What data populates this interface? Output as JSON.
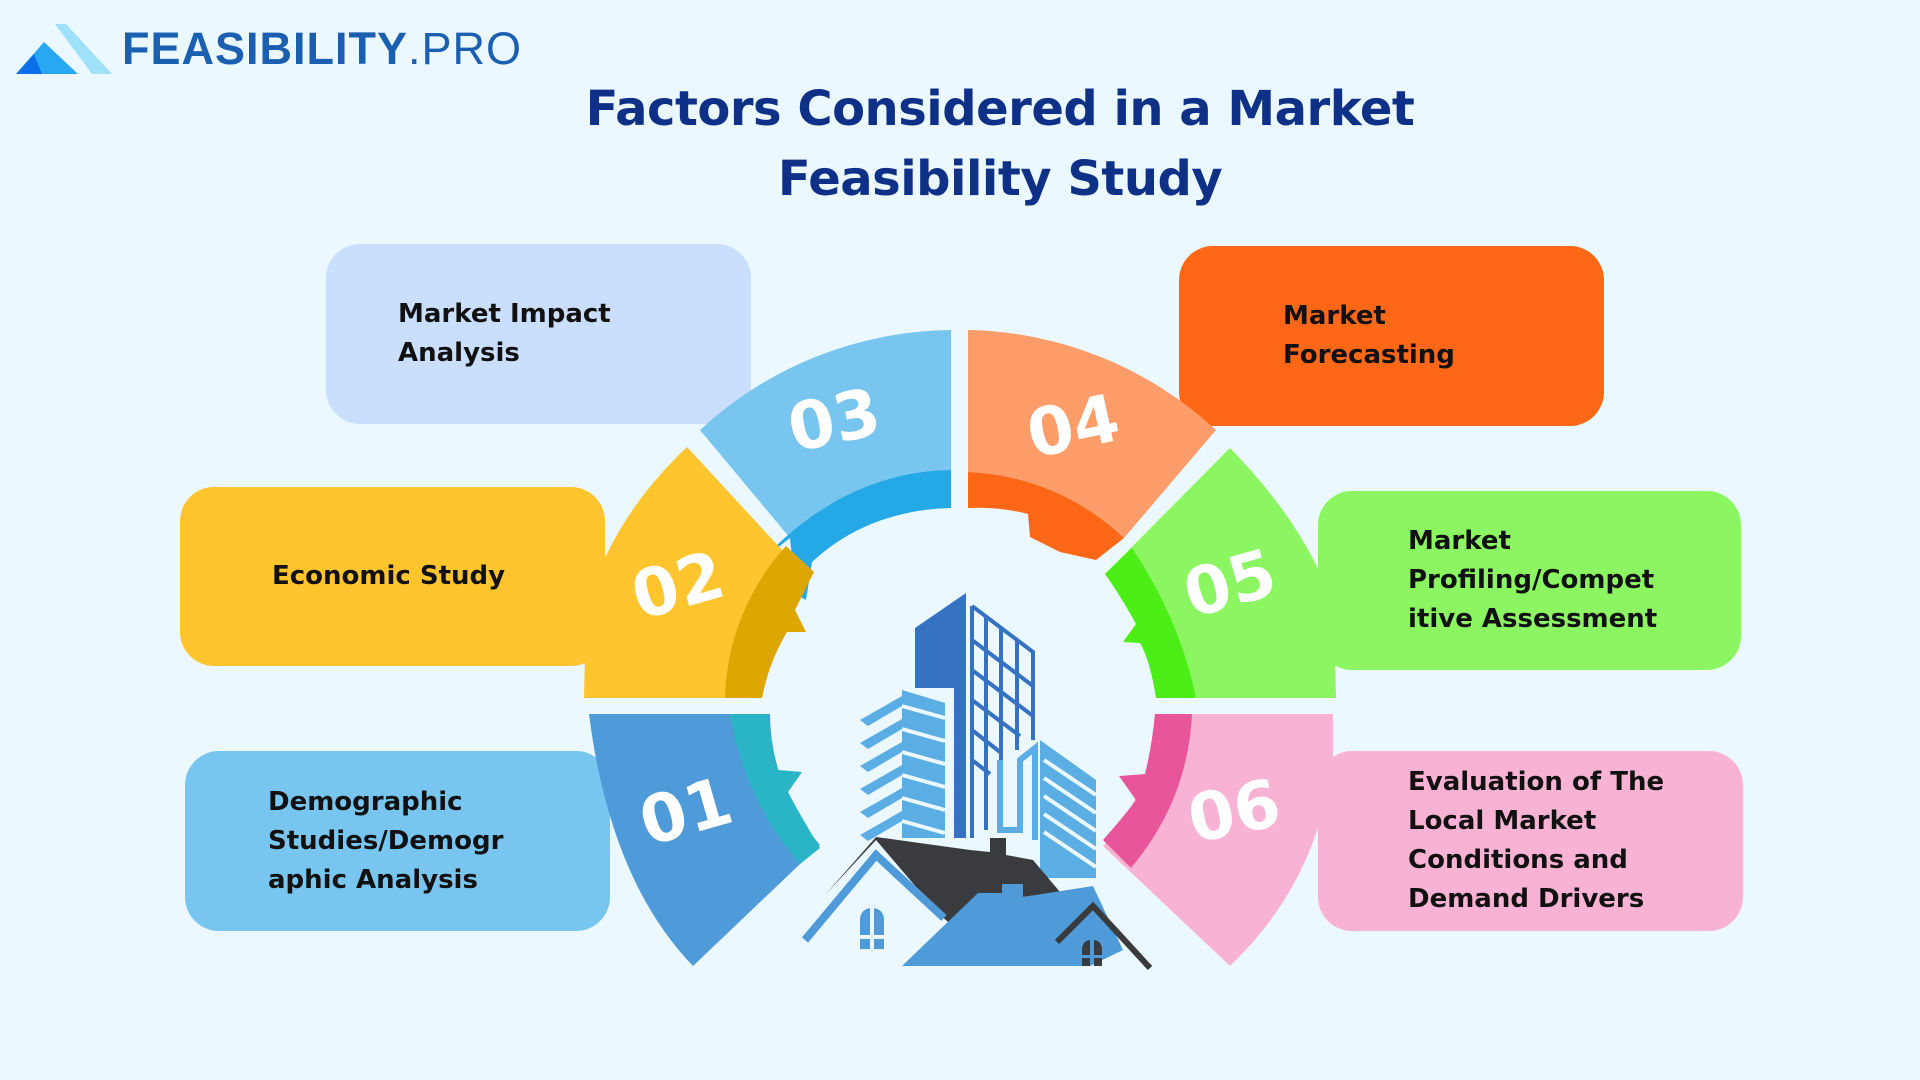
{
  "brand": {
    "name_bold": "FEASIBILITY",
    "name_light": ".PRO",
    "logo_icon": "mountain-peaks-icon"
  },
  "title": {
    "line1": "Factors Considered in a Market",
    "line2": "Feasibility Study"
  },
  "factors": [
    {
      "number": "01",
      "label": "Demographic Studies/Demographic Analysis",
      "lines": [
        "Demographic",
        "Studies/Demogr",
        "aphic Analysis"
      ],
      "box_color": "#78c6f0",
      "segment_color": "#4f9ad8",
      "band_color": "#2ab5c7"
    },
    {
      "number": "02",
      "label": "Economic Study",
      "lines": [
        "Economic Study"
      ],
      "box_color": "#fec52e",
      "segment_color": "#fec52e",
      "band_color": "#dea600"
    },
    {
      "number": "03",
      "label": "Market Impact Analysis",
      "lines": [
        "Market Impact",
        "Analysis"
      ],
      "box_color": "#cadffd",
      "segment_color": "#78c6f0",
      "band_color": "#25a9e6"
    },
    {
      "number": "04",
      "label": "Market Forecasting",
      "lines": [
        "Market",
        "Forecasting"
      ],
      "box_color": "#fe6716",
      "segment_color": "#fe9d6a",
      "band_color": "#fe6716"
    },
    {
      "number": "05",
      "label": "Market Profiling/Competitive Assessment",
      "lines": [
        "Market",
        "Profiling/Compet",
        "itive Assessment"
      ],
      "box_color": "#8bf662",
      "segment_color": "#8bf662",
      "band_color": "#4ded17"
    },
    {
      "number": "06",
      "label": "Evaluation of The Local Market Conditions and Demand Drivers",
      "lines": [
        "Evaluation of The",
        "Local Market",
        "Conditions and",
        "Demand Drivers"
      ],
      "box_color": "#f8b3d4",
      "segment_color": "#f8b3d4",
      "band_color": "#e8559a"
    }
  ],
  "center_illustration": "city-buildings-houses-icon",
  "colors": {
    "background": "#ebf8ff",
    "title": "#0e3187",
    "brand": "#1b5fb0",
    "building_dark": "#3672c2",
    "building_light": "#5aaee3",
    "roof_dark": "#3a3b3e",
    "roof_blue": "#4f9ad8"
  }
}
